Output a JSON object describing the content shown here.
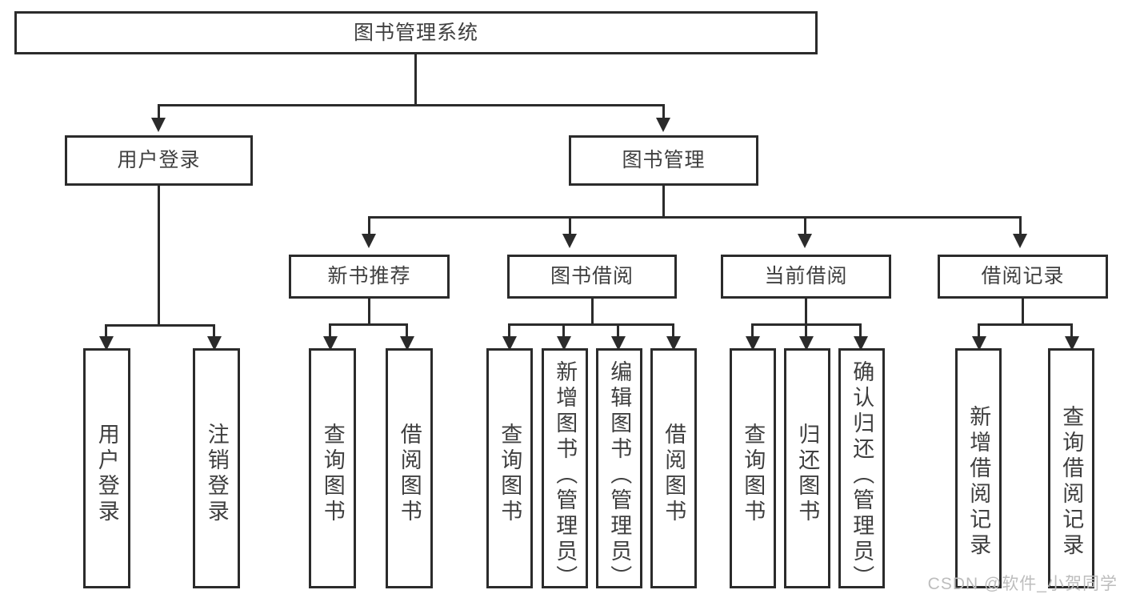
{
  "diagram": {
    "title": "图书管理系统",
    "type": "tree",
    "root": {
      "label": "图书管理系统"
    },
    "level2": [
      {
        "label": "用户登录"
      },
      {
        "label": "图书管理"
      }
    ],
    "level3": [
      {
        "label": "新书推荐"
      },
      {
        "label": "图书借阅"
      },
      {
        "label": "当前借阅"
      },
      {
        "label": "借阅记录"
      }
    ],
    "leaves": {
      "user_login": [
        {
          "label": "用户登录"
        },
        {
          "label": "注销登录"
        }
      ],
      "new_book_recommend": [
        {
          "label": "查询图书"
        },
        {
          "label": "借阅图书"
        }
      ],
      "book_borrow": [
        {
          "label": "查询图书"
        },
        {
          "label": "新增图书（管理员）"
        },
        {
          "label": "编辑图书（管理员）"
        },
        {
          "label": "借阅图书"
        }
      ],
      "current_borrow": [
        {
          "label": "查询图书"
        },
        {
          "label": "归还图书"
        },
        {
          "label": "确认归还（管理员）"
        }
      ],
      "borrow_record": [
        {
          "label": "新增借阅记录"
        },
        {
          "label": "查询借阅记录"
        }
      ]
    }
  },
  "watermark": {
    "text": "CSDN @软件_小贺同学"
  },
  "colors": {
    "border": "#2b2b2b",
    "text": "#3f3f3f",
    "background": "#ffffff",
    "watermark": "#bdbdbd"
  }
}
